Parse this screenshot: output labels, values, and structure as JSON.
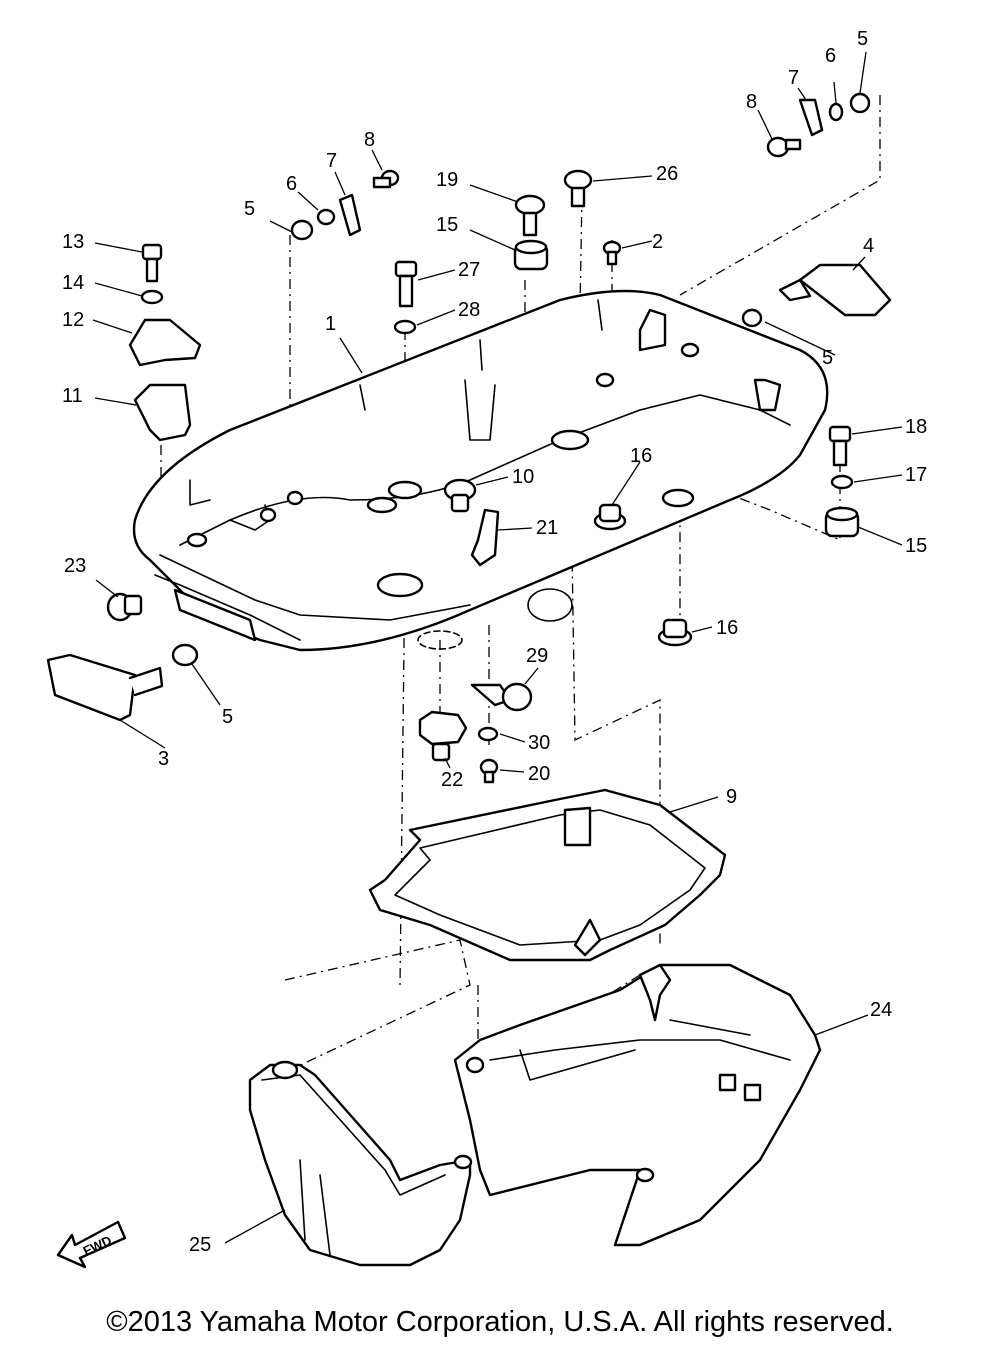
{
  "callouts": [
    "1",
    "2",
    "3",
    "4",
    "5",
    "5",
    "5",
    "5",
    "6",
    "6",
    "7",
    "7",
    "8",
    "8",
    "9",
    "10",
    "11",
    "12",
    "13",
    "14",
    "15",
    "15",
    "16",
    "16",
    "17",
    "18",
    "19",
    "20",
    "21",
    "22",
    "23",
    "24",
    "25",
    "26",
    "27",
    "28",
    "29",
    "30"
  ],
  "fwd_label": "FWD",
  "copyright": "©2013 Yamaha Motor Corporation, U.S.A. All rights reserved."
}
